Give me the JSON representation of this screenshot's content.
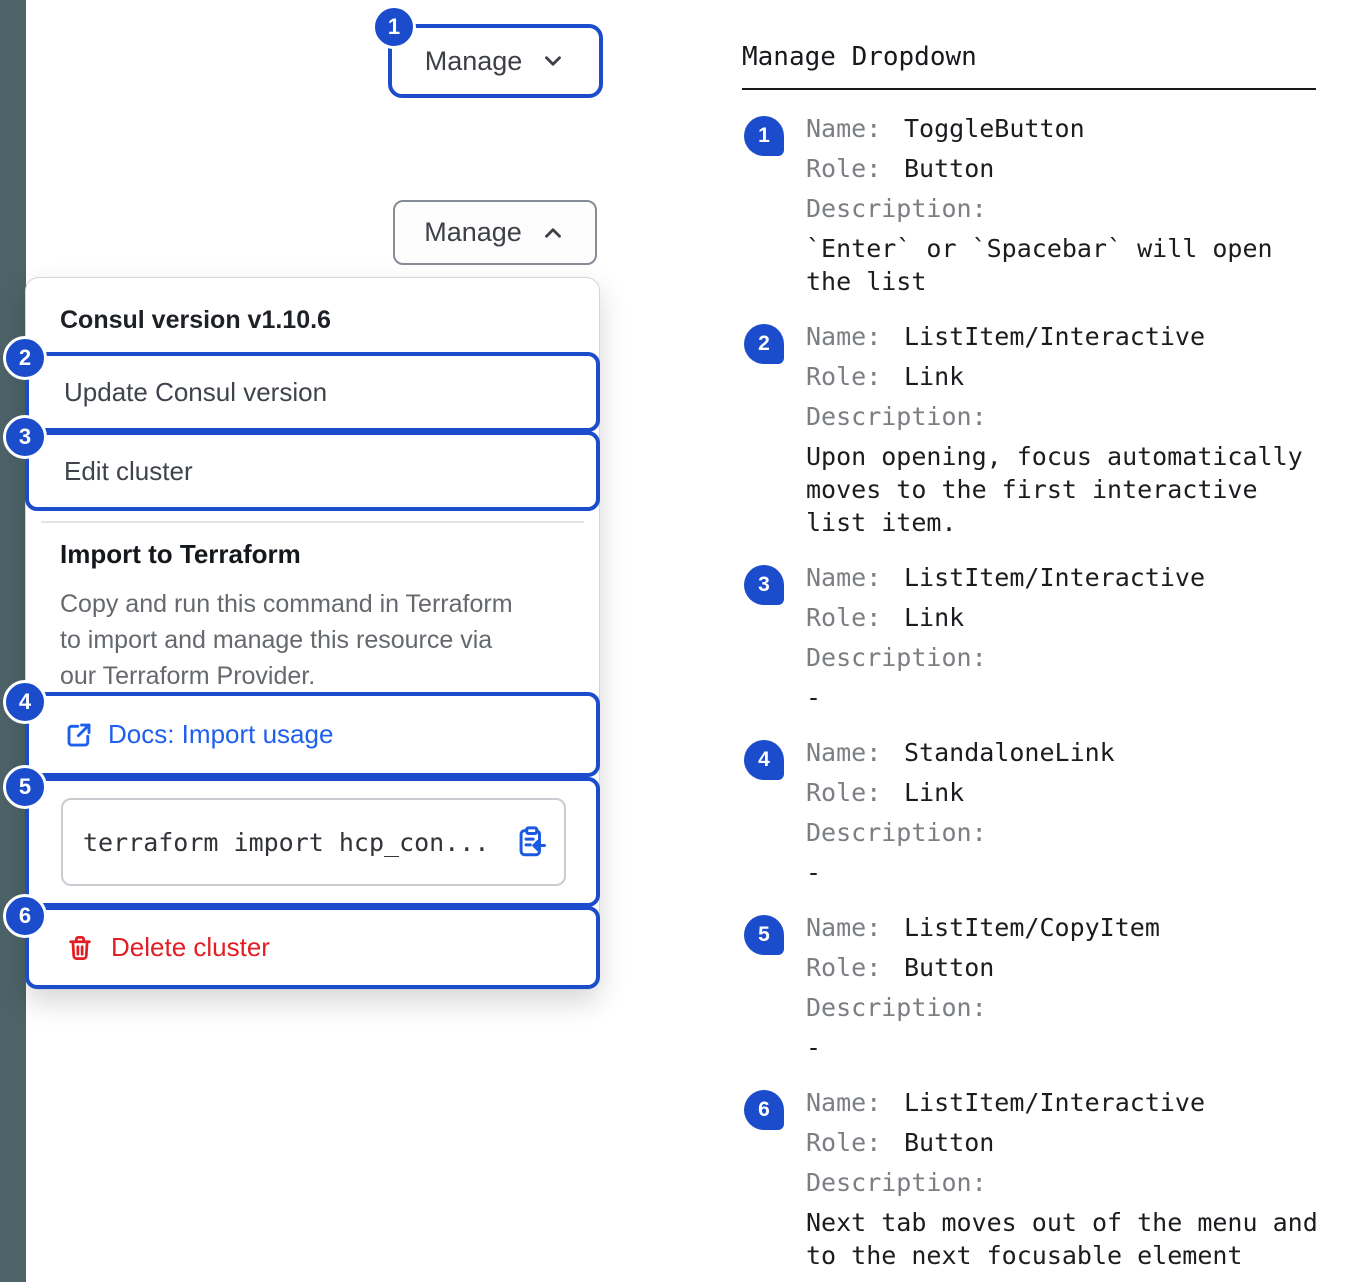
{
  "colors": {
    "accent_blue": "#1b4ccb",
    "link_blue": "#1f5fee",
    "danger_red": "#e01e23",
    "rail_slate": "#4d6367"
  },
  "callouts": [
    "1",
    "2",
    "3",
    "4",
    "5",
    "6"
  ],
  "left": {
    "toggle_button": {
      "label": "Manage"
    },
    "dropdown": {
      "version_header": "Consul version v1.10.6",
      "update_item": "Update Consul version",
      "edit_item": "Edit cluster",
      "terraform_title": "Import to Terraform",
      "terraform_description": "Copy and run this command in Terraform\nto import and manage this resource via\nour Terraform Provider.",
      "docs_link": "Docs: Import usage",
      "code_snippet": "terraform import hcp_con...",
      "delete_item": "Delete cluster"
    }
  },
  "right": {
    "title": "Manage Dropdown",
    "labels": {
      "name": "Name:",
      "role": "Role:",
      "description": "Description:"
    },
    "entries": [
      {
        "name": "ToggleButton",
        "role": "Button",
        "description": "`Enter` or `Spacebar` will open\nthe list"
      },
      {
        "name": "ListItem/Interactive",
        "role": "Link",
        "description": "Upon opening, focus automatically\nmoves to the first interactive\nlist item."
      },
      {
        "name": "ListItem/Interactive",
        "role": "Link",
        "description": "-"
      },
      {
        "name": "StandaloneLink",
        "role": "Link",
        "description": "-"
      },
      {
        "name": "ListItem/CopyItem",
        "role": "Button",
        "description": "-"
      },
      {
        "name": "ListItem/Interactive",
        "role": "Button",
        "description": "Next tab moves out of the menu and\nto the next focusable element"
      }
    ]
  }
}
